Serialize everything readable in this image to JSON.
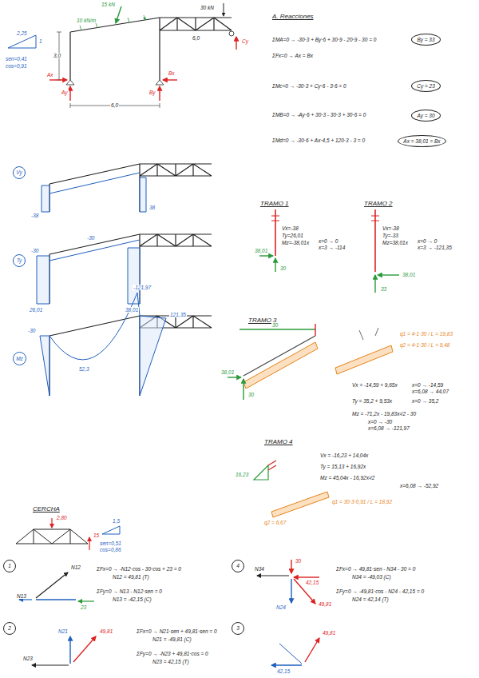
{
  "diagram": {
    "nodes": [
      {
        "text": [
          "Vy"
        ]
      },
      {
        "text": [
          "Ty"
        ]
      },
      {
        "text": [
          "Mz"
        ]
      },
      {
        "text": [
          "By = 33"
        ]
      },
      {
        "text": [
          "Cy = 23"
        ]
      },
      {
        "text": [
          "Ay = 30"
        ]
      },
      {
        "text": [
          "Ax = 38,01 = Bx"
        ]
      },
      {
        "text": [
          "1"
        ]
      },
      {
        "text": [
          "4"
        ]
      },
      {
        "text": [
          "2"
        ]
      },
      {
        "text": [
          "3"
        ]
      }
    ],
    "labels": [
      "2,25",
      "1",
      "sen=0,41",
      "cos=0,91",
      "15 kN",
      "30 kN",
      "10 kN/m",
      "3,0",
      "Ax",
      "Ay",
      "Bx",
      "By",
      "Cy",
      "6,0",
      "6,0",
      "A. Reacciones",
      "ΣMA=0 → -30·3 + By·6 + 30·9 - 20·9 - 30 = 0",
      "ΣFx=0 → Ax = Bx",
      "ΣMc=0 → -30·3 + Cy·6 - 3·6 = 0",
      "ΣMB=0 → -Ay·6 + 30·3 - 30·3 + 30·6 = 0",
      "ΣMd=0 → -30·6 + Ax·4,5 + 120·3 - 3 = 0",
      "-38",
      "38",
      "-30",
      "-30",
      "26,01",
      "38,01",
      "-30",
      "52,3",
      "-121,97",
      "121,35",
      "TRAMO 1",
      "Vx=-38",
      "Ty=26,01",
      "Mz=-38,01x",
      "x=0 → 0",
      "x=3 → -114",
      "38,01",
      "30",
      "TRAMO 2",
      "Vx=-38",
      "Ty=-33",
      "Mz=38,01x",
      "x=0 → 0",
      "x=3 → -121,35",
      "38,01",
      "33",
      "TRAMO 3",
      "30",
      "q1 = 4·1·30 / L = 19,83",
      "q2 = 4·1·30 / L = 9,48",
      "Vx = -14,59 + 9,65x",
      "x=0 → -14,59",
      "x=6,08 → 44,07",
      "Ty = 35,2 + 9,53x",
      "x=0 → 35,2",
      "Mz = -71,2x - 19,83x²/2 - 30",
      "x=0 → -30",
      "x=6,08 → -121,97",
      "38,01",
      "30",
      "TRAMO 4",
      "Vx = -16,23 + 14,04x",
      "Ty = 15,13 + 16,92x",
      "Mz = 45,04x - 16,92x²/2",
      "x=6,08 → -52,92",
      "q1 = 30·3·0,91 / L = 18,92",
      "q2 = 6,67",
      "16,23",
      "CERCHA",
      "2,80",
      "15",
      "1,5",
      "sen=0,51",
      "cos=0,86",
      "N12",
      "N13",
      "23",
      "ΣFx=0 → -N12·cos - 30·cos + 23 = 0",
      "N12 = 49,81 (T)",
      "ΣFy=0 → N13 - N12·sen = 0",
      "N13 = -42,15 (C)",
      "30",
      "42,15",
      "49,81",
      "N34",
      "N24",
      "ΣFx=0 → 49,81·sen - N34 - 30 = 0",
      "N34 = -49,03 (C)",
      "ΣFy=0 → -49,81·cos - N24 - 42,15 = 0",
      "N24 = 42,14 (T)",
      "N21",
      "49,81",
      "N23",
      "ΣFx=0 → N21·sen + 49,81·sen = 0",
      "N21 = -49,81 (C)",
      "ΣFy=0 → -N23 + 49,81·cos = 0",
      "N23 = 42,15 (T)",
      "49,81",
      "42,15"
    ]
  }
}
